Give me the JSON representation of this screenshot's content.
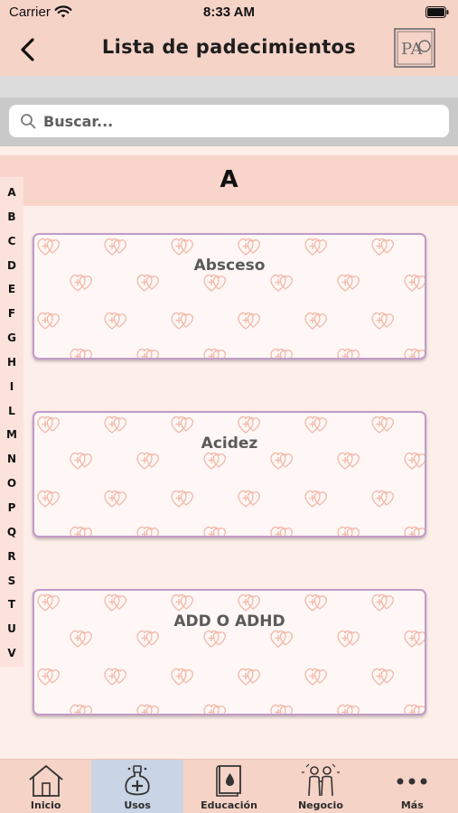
{
  "status_bar": {
    "carrier": "Carrier",
    "time": "8:33 AM"
  },
  "nav": {
    "title": "Lista de padecimientos",
    "back_icon": "chevron-left-icon",
    "logo_text": "PA"
  },
  "search": {
    "placeholder": "Buscar...",
    "value": ""
  },
  "section": {
    "letter": "A"
  },
  "index_letters": [
    "A",
    "B",
    "C",
    "D",
    "E",
    "F",
    "G",
    "H",
    "I",
    "L",
    "M",
    "N",
    "O",
    "P",
    "Q",
    "R",
    "S",
    "T",
    "U",
    "V"
  ],
  "conditions": [
    {
      "name": "Absceso"
    },
    {
      "name": "Acidez"
    },
    {
      "name": "ADD O ADHD"
    }
  ],
  "tabs": [
    {
      "label": "Inicio",
      "icon": "house-icon",
      "active": false
    },
    {
      "label": "Usos",
      "icon": "flask-icon",
      "active": true
    },
    {
      "label": "Educación",
      "icon": "book-icon",
      "active": false
    },
    {
      "label": "Negocio",
      "icon": "people-icon",
      "active": false
    },
    {
      "label": "Más",
      "icon": "more-icon",
      "active": false
    }
  ],
  "colors": {
    "header": "#f6d3c7",
    "card_border": "#c29bc9",
    "pattern": "#f2b8a8",
    "active_tab": "#c9d4e4"
  }
}
